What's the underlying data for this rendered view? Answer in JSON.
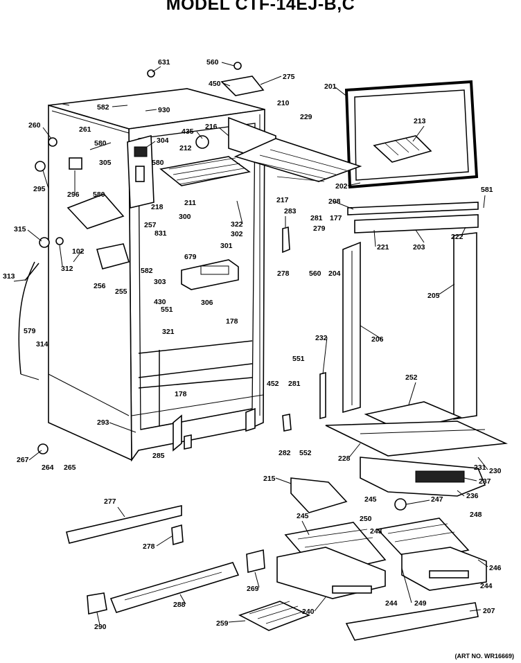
{
  "title": "MODEL CTF-14EJ-B,C",
  "art_number": "(ART NO. WR16669)",
  "parts": {
    "p631": "631",
    "p560a": "560",
    "p450": "450",
    "p275": "275",
    "p201": "201",
    "p582a": "582",
    "p930": "930",
    "p210": "210",
    "p229": "229",
    "p213": "213",
    "p260": "260",
    "p261": "261",
    "p580a": "580",
    "p304": "304",
    "p435": "435",
    "p216": "216",
    "p305": "305",
    "p212": "212",
    "p580b": "580",
    "p295": "295",
    "p296": "296",
    "p580c": "580",
    "p218": "218",
    "p211": "211",
    "p322": "322",
    "p202": "202",
    "p581": "581",
    "p217": "217",
    "p208": "208",
    "p283": "283",
    "p281a": "281",
    "p177": "177",
    "p315": "315",
    "p257": "257",
    "p831": "831",
    "p300": "300",
    "p302": "302",
    "p279": "279",
    "p102": "102",
    "p312": "312",
    "p301": "301",
    "p221": "221",
    "p203": "203",
    "p222": "222",
    "p679": "679",
    "p582b": "582",
    "p278a": "278",
    "p560b": "560",
    "p204": "204",
    "p313": "313",
    "p256": "256",
    "p255": "255",
    "p303": "303",
    "p306": "306",
    "p205": "205",
    "p430": "430",
    "p551a": "551",
    "p178a": "178",
    "p579": "579",
    "p314": "314",
    "p321": "321",
    "p206": "206",
    "p232": "232",
    "p551b": "551",
    "p452": "452",
    "p281b": "281",
    "p252": "252",
    "p178b": "178",
    "p293": "293",
    "p285": "285",
    "p282": "282",
    "p552": "552",
    "p228": "228",
    "p230": "230",
    "p267": "267",
    "p264": "264",
    "p265": "265",
    "p231": "231",
    "p215": "215",
    "p237": "237",
    "p236": "236",
    "p277": "277",
    "p245a": "245",
    "p247": "247",
    "p245b": "245",
    "p250": "250",
    "p248": "248",
    "p243": "243",
    "p278b": "278",
    "p246": "246",
    "p244a": "244",
    "p269": "269",
    "p244b": "244",
    "p249": "249",
    "p288": "288",
    "p240": "240",
    "p207": "207",
    "p290": "290",
    "p259": "259"
  }
}
